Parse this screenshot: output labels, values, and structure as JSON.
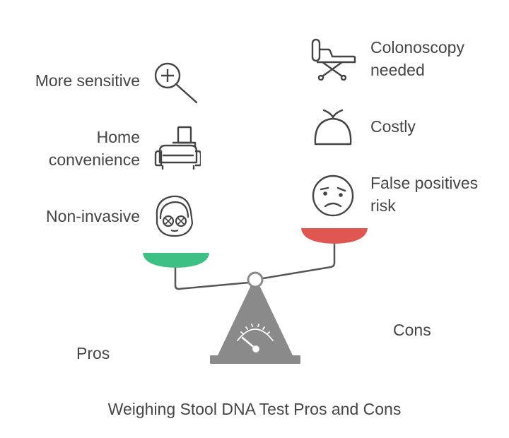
{
  "pros": {
    "label": "Pros",
    "items": [
      {
        "label": "More sensitive",
        "icon": "magnifier-plus-icon"
      },
      {
        "line1": "Home",
        "line2": "convenience",
        "icon": "sofa-icon"
      },
      {
        "label": "Non-invasive",
        "icon": "face-mask-icon"
      }
    ]
  },
  "cons": {
    "label": "Cons",
    "items": [
      {
        "line1": "Colonoscopy",
        "line2": "needed",
        "icon": "hospital-bed-icon"
      },
      {
        "label": "Costly",
        "icon": "money-pile-icon"
      },
      {
        "line1": "False positives",
        "line2": "risk",
        "icon": "frowning-face-icon"
      }
    ]
  },
  "caption": "Weighing Stool DNA Test Pros and Cons",
  "colors": {
    "pros_pan": "#3cc084",
    "cons_pan": "#e05752",
    "scale": "#8a8a8a",
    "text": "#454545"
  }
}
